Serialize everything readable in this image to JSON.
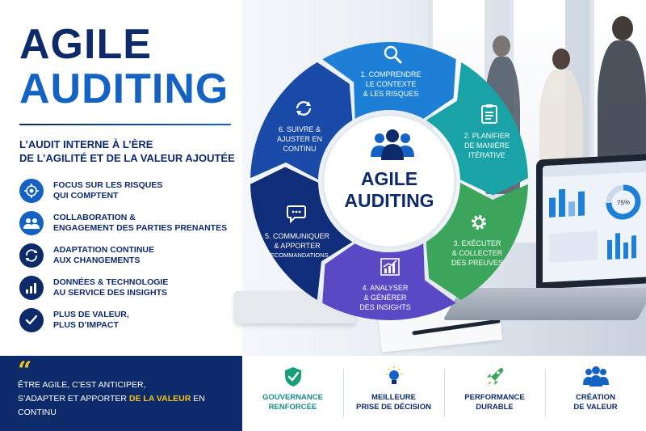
{
  "hero": {
    "title_line1": "AGILE",
    "title_line2": "AUDITING",
    "subtitle_line1": "L’AUDIT INTERNE À L’ÈRE",
    "subtitle_line2": "DE L’AGILITÉ ET DE LA VALEUR AJOUTÉE"
  },
  "features": [
    {
      "line1": "FOCUS SUR LES RISQUES",
      "line2": "QUI COMPTENT",
      "icon": "target-icon"
    },
    {
      "line1": "COLLABORATION &",
      "line2": "ENGAGEMENT DES PARTIES PRENANTES",
      "icon": "people-icon"
    },
    {
      "line1": "ADAPTATION CONTINUE",
      "line2": "AUX CHANGEMENTS",
      "icon": "refresh-icon"
    },
    {
      "line1": "DONNÉES & TECHNOLOGIE",
      "line2": "AU SERVICE DES INSIGHTS",
      "icon": "bar-chart-icon"
    },
    {
      "line1": "PLUS DE VALEUR,",
      "line2": "PLUS D’IMPACT",
      "icon": "check-icon"
    }
  ],
  "quote": {
    "mark": "“",
    "line1": "ÊTRE AGILE, C’EST ANTICIPER,",
    "line2_before": "S’ADAPTER ET APPORTER ",
    "line2_highlight": "DE LA VALEUR",
    "line2_after": " EN CONTINU"
  },
  "wheel": {
    "center_line1": "AGILE",
    "center_line2": "AUDITING",
    "steps": [
      {
        "line1": "1. COMPRENDRE",
        "line2": "LE CONTEXTE",
        "line3": "& LES RISQUES",
        "icon": "magnifier-icon",
        "color": "#1d7fd6"
      },
      {
        "line1": "2. PLANIFIER",
        "line2": "DE MANIÈRE",
        "line3": "ITÉRATIVE",
        "icon": "checklist-icon",
        "color": "#1aa3a6"
      },
      {
        "line1": "3. EXÉCUTER",
        "line2": "& COLLECTER",
        "line3": "DES PREUVES",
        "icon": "gear-icon",
        "color": "#3aa55b"
      },
      {
        "line1": "4. ANALYSER",
        "line2": "& GÉNÉRER",
        "line3": "DES INSIGHTS",
        "icon": "growth-chart-icon",
        "color": "#5b48c4"
      },
      {
        "line1": "5. COMMUNIQUER",
        "line2": "& APPORTER",
        "line3": "RECOMMANDATIONS",
        "icon": "speech-bubble-icon",
        "color": "#0f2d78"
      },
      {
        "line1": "6. SUIVRE &",
        "line2": "AJUSTER EN",
        "line3": "CONTINU",
        "icon": "cycle-icon",
        "color": "#1a4aa8"
      }
    ]
  },
  "benefits": [
    {
      "line1": "GOUVERNANCE",
      "line2": "RENFORCÉE",
      "icon": "shield-check-icon",
      "color": "#1a9e7a"
    },
    {
      "line1": "MEILLEURE",
      "line2": "PRISE DE DÉCISION",
      "icon": "lightbulb-icon",
      "color": "#1463c4"
    },
    {
      "line1": "PERFORMANCE",
      "line2": "DURABLE",
      "icon": "rocket-icon",
      "color": "#3aa55b"
    },
    {
      "line1": "CRÉATION",
      "line2": "DE VALEUR",
      "icon": "team-icon",
      "color": "#1463c4"
    }
  ],
  "laptop": {
    "gauge_label": "75%"
  },
  "colors": {
    "navy": "#0d2a6b",
    "blue": "#1463c4",
    "gold": "#f4c518"
  }
}
